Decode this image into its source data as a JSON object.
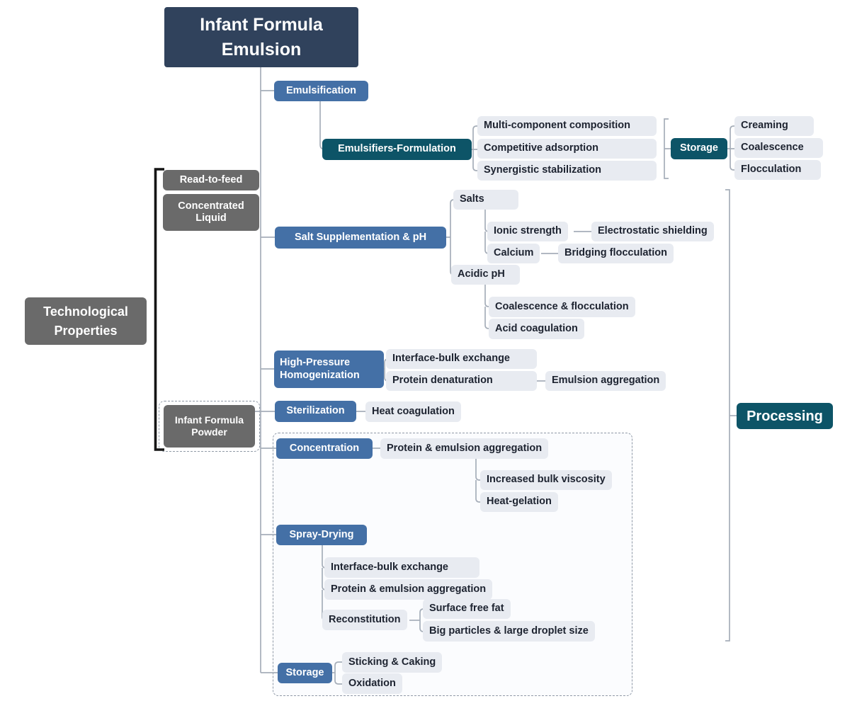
{
  "diagram": {
    "kind": "mind-map",
    "root_label": "Infant Formula Emulsion"
  },
  "colors": {
    "root_navy": "#30425c",
    "process_blue": "#4470a6",
    "category_teal": "#0d5467",
    "side_gray": "#6a6a6a",
    "leaf_bg": "#e8ebf1",
    "leaf_text": "#1d2330",
    "connector": "#a6aeb9",
    "left_bracket": "#151515",
    "dashed_border": "#8f99a6"
  },
  "nodes": {
    "title": "Infant Formula Emulsion",
    "technological_properties": "Technological Properties",
    "read_to_feed": "Read-to-feed",
    "concentrated_liquid": "Concentrated Liquid",
    "infant_formula_powder": "Infant Formula Powder",
    "emulsification": "Emulsification",
    "emulsifiers_formulation": "Emulsifiers-Formulation",
    "multi_component_composition": "Multi-component composition",
    "competitive_adsorption": "Competitive adsorption",
    "synergistic_stabilization": "Synergistic stabilization",
    "storage_top": "Storage",
    "creaming": "Creaming",
    "coalescence": "Coalescence",
    "flocculation": "Flocculation",
    "salt_supplementation_ph": "Salt Supplementation & pH",
    "salts": "Salts",
    "ionic_strength": "Ionic strength",
    "electrostatic_shielding": "Electrostatic shielding",
    "calcium": "Calcium",
    "bridging_flocculation": "Bridging flocculation",
    "acidic_ph": "Acidic pH",
    "coalescence_flocculation": "Coalescence & flocculation",
    "acid_coagulation": "Acid coagulation",
    "high_pressure_homogenization": "High-Pressure\nHomogenization",
    "interface_bulk_exchange_hp": "Interface-bulk exchange",
    "protein_denaturation": "Protein denaturation",
    "emulsion_aggregation": "Emulsion aggregation",
    "sterilization": "Sterilization",
    "heat_coagulation": "Heat coagulation",
    "concentration": "Concentration",
    "protein_emulsion_aggregation_conc": "Protein & emulsion aggregation",
    "increased_bulk_viscosity": "Increased bulk viscosity",
    "heat_gelation": "Heat-gelation",
    "spray_drying": "Spray-Drying",
    "interface_bulk_exchange_sd": "Interface-bulk exchange",
    "protein_emulsion_aggregation_sd": "Protein & emulsion aggregation",
    "reconstitution": "Reconstitution",
    "surface_free_fat": "Surface free fat",
    "big_particles_large_droplet": "Big particles & large droplet size",
    "storage_bottom": "Storage",
    "sticking_caking": "Sticking & Caking",
    "oxidation": "Oxidation",
    "processing": "Processing"
  }
}
